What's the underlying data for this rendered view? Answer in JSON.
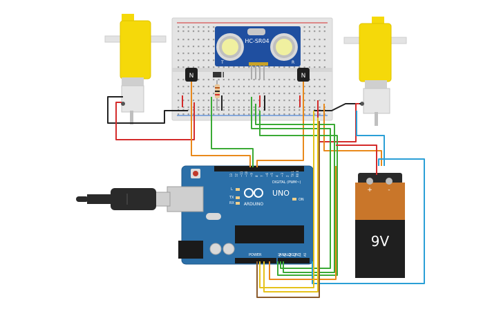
{
  "ultrasonic_sensor": {
    "model": "HC-SR04",
    "left_mark": "T",
    "right_mark": "R"
  },
  "transistors": {
    "left_label": "N",
    "right_label": "N"
  },
  "arduino": {
    "model_label": "UNO",
    "brand_label": "ARDUINO",
    "digital_label": "DIGITAL (PWM~)",
    "power_label": "POWER",
    "analog_label": "ANALOG IN",
    "on_label": "ON",
    "l_label": "L",
    "tx_label": "TX",
    "rx_label": "RX",
    "analog_pins": [
      "A0",
      "A1",
      "A2",
      "A3",
      "A4",
      "A5"
    ],
    "digital_pins": [
      "13",
      "12",
      "~11",
      "~10",
      "~9",
      "8",
      "7",
      "~6",
      "~5",
      "4",
      "~3",
      "2",
      "TX 1",
      "RX 0"
    ]
  },
  "battery": {
    "voltage_label": "9V",
    "plus_label": "+",
    "minus_label": "-"
  },
  "colors": {
    "wire_red": "#d42a2a",
    "wire_black": "#222222",
    "wire_green": "#3aaa35",
    "wire_orange": "#e9891b",
    "wire_yellow": "#e6c21a",
    "wire_blue": "#2a9fd6",
    "wire_brown": "#8b5a2b",
    "board_blue": "#2b6fa8",
    "motor_yellow": "#f5d90a",
    "battery_orange": "#c9762a"
  }
}
